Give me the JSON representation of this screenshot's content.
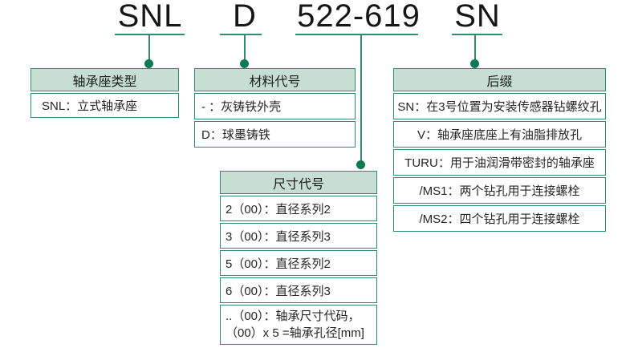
{
  "designation_code": {
    "parts": [
      {
        "label": "SNL"
      },
      {
        "label": "D"
      },
      {
        "label": "522-619"
      },
      {
        "label": "SN"
      }
    ]
  },
  "boxes": [
    {
      "title": "轴承座类型",
      "rows": [
        "SNL：立式轴承座"
      ]
    },
    {
      "title": "材料代号",
      "rows": [
        "- ：灰铸铁外壳",
        "D：球墨铸铁"
      ]
    },
    {
      "title": "尺寸代号",
      "rows": [
        "2（00）：直径系列2",
        "3（00）：直径系列3",
        "5（00）：直径系列2",
        "6（00）：直径系列3",
        "..（00）：轴承尺寸代码，\n（00）x 5 =轴承孔径[mm]"
      ]
    },
    {
      "title": "后缀",
      "rows": [
        "SN：在3号位置为安装传感器钻螺纹孔",
        "V：轴承座底座上有油脂排放孔",
        "TURU：用于油润滑带密封的轴承座",
        "/MS1：两个钻孔用于连接螺栓",
        "/MS2：四个钻孔用于连接螺栓"
      ]
    }
  ],
  "colors": {
    "accent_line": "#2f8b72",
    "connector_dot": "#0e7a52",
    "header_fill": "#c7dfd2",
    "text": "#262626"
  }
}
